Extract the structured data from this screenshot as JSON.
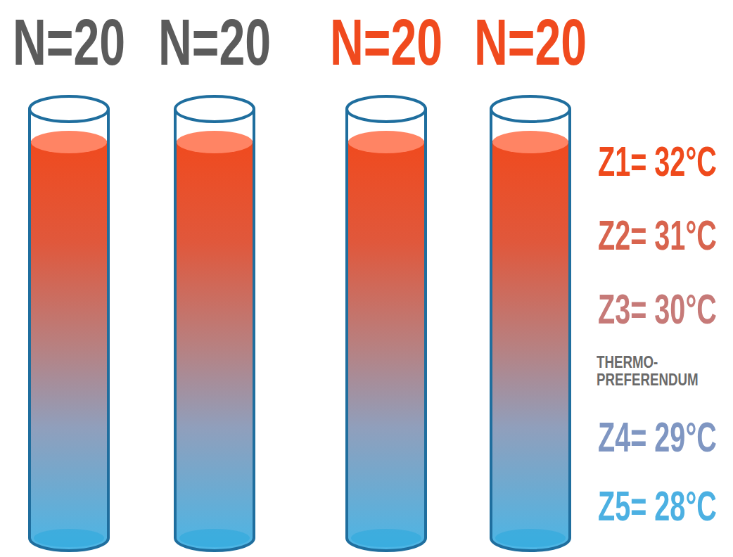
{
  "diagram": {
    "labels": [
      "N=20",
      "N=20",
      "N=20",
      "N=20",
      "Z1= 32°C",
      "Z2= 31°C",
      "Z3= 30°C",
      "THERMO- PREFERENDUM",
      "Z4= 29°C",
      "Z5= 28°C"
    ]
  }
}
